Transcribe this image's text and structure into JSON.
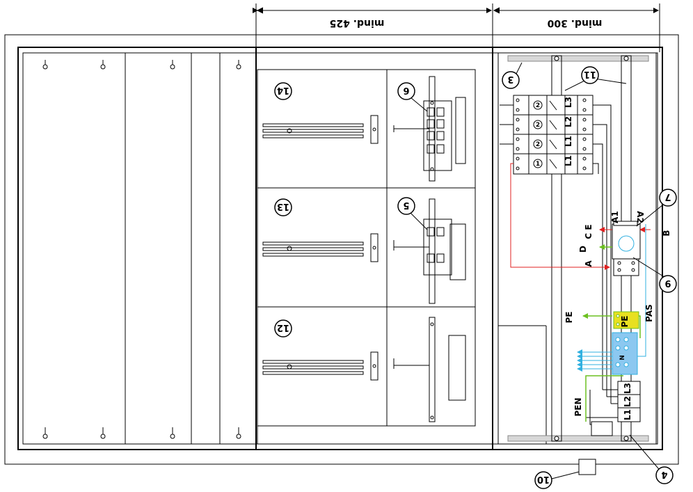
{
  "dimensions": {
    "left": "mind. 425",
    "right": "mind. 300"
  },
  "callouts": {
    "c3": "3",
    "c4": "4",
    "c5": "5",
    "c6": "6",
    "c7": "7",
    "c9": "9",
    "c10": "10",
    "c11": "11",
    "c12": "12",
    "c13": "13",
    "c14": "14"
  },
  "labels": {
    "A": "A",
    "B": "B",
    "CE": "C E",
    "D": "D",
    "A1": "A1",
    "A2": "A2",
    "PE_left": "PE",
    "PE_block": "PE",
    "PAS": "PAS",
    "PEN": "PEN",
    "N": "N",
    "L1": "L1",
    "L2": "L2",
    "L3": "L3"
  },
  "terminal_block": {
    "rows": [
      {
        "num": "2",
        "phase": "L3"
      },
      {
        "num": "2",
        "phase": "L2"
      },
      {
        "num": "2",
        "phase": "L1"
      },
      {
        "num": "1",
        "phase": "L1"
      }
    ]
  },
  "colors": {
    "line": "#000000",
    "red": "#e02020",
    "green": "#6cc020",
    "cyan": "#30b0e0",
    "yellow": "#e8e020",
    "blue_block": "#8cc8f0",
    "rail": "#b8b8b8"
  }
}
